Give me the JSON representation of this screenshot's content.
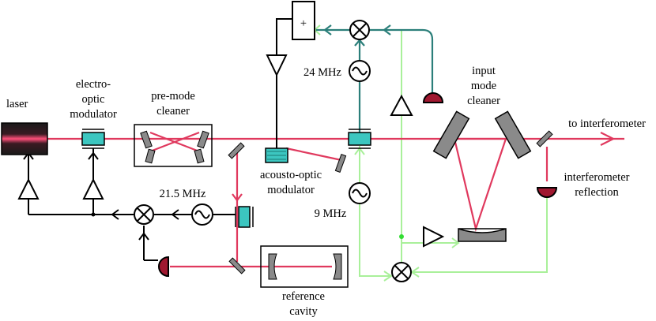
{
  "labels": {
    "laser": "laser",
    "eom": [
      "electro-",
      "optic",
      "modulator"
    ],
    "pmc": [
      "pre-mode",
      "cleaner"
    ],
    "aom": [
      "acousto-optic",
      "modulator"
    ],
    "freq_21_5": "21.5 MHz",
    "freq_24": "24 MHz",
    "freq_9": "9 MHz",
    "imc": [
      "input",
      "mode",
      "cleaner"
    ],
    "to_ifo": "to interferometer",
    "ifo_refl": [
      "interferometer",
      "reflection"
    ],
    "ref_cavity": [
      "reference",
      "cavity"
    ],
    "summer_symbol": "+"
  },
  "colors": {
    "laser_beam": "#e0395e",
    "teal_signal": "#2b7f7a",
    "green_signal": "#a9f09a",
    "green_dot": "#33dd33",
    "modulator": "#3cc6c0",
    "mirror": "#8a8a8a",
    "photodiode": "#a01830",
    "electronics": "#000000"
  }
}
